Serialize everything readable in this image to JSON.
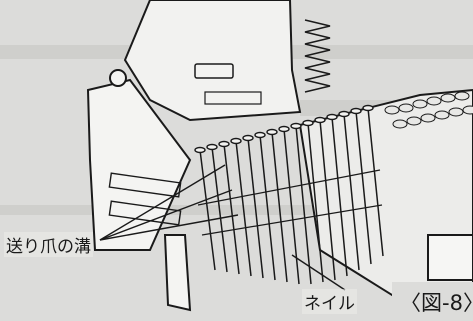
{
  "figure": {
    "label_groove": "送り爪の溝",
    "label_nail": "ネイル",
    "figure_number": "〈図-8〉"
  }
}
